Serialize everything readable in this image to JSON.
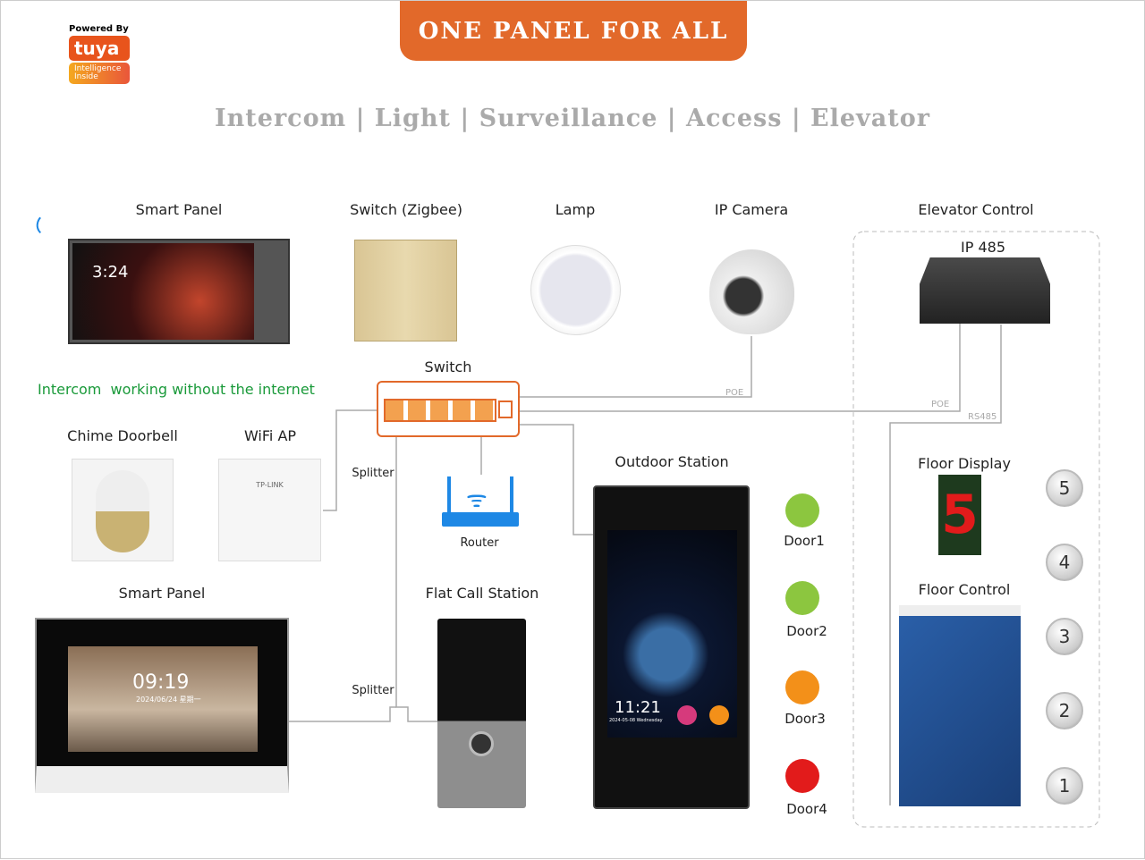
{
  "logo": {
    "powered_by": "Powered By",
    "brand": "tuya",
    "tagline": "Intelligence Inside"
  },
  "banner": "ONE PANEL FOR ALL",
  "subtitle": "Intercom | Light | Surveillance | Access | Elevator",
  "devices": {
    "smart_panel_top": {
      "label": "Smart Panel",
      "time": "3:24"
    },
    "switch_zigbee": "Switch (Zigbee)",
    "lamp": "Lamp",
    "ip_camera": "IP Camera",
    "elevator_control": "Elevator Control",
    "ip485": "IP 485",
    "switch": "Switch",
    "intercom_note": "Intercom  working without the internet",
    "chime": "Chime Doorbell",
    "wifi_ap": {
      "label": "WiFi AP",
      "brand": "TP-LINK"
    },
    "router": "Router",
    "outdoor": {
      "label": "Outdoor Station",
      "time": "11:21",
      "date": "2024-05-08 Wednesday"
    },
    "smart_panel_bottom": {
      "label": "Smart Panel",
      "time": "09:19",
      "date": "2024/06/24 星期一"
    },
    "flat_call": "Flat Call Station",
    "floor_display": {
      "label": "Floor Display",
      "value": "5"
    },
    "floor_control": "Floor Control"
  },
  "connections": {
    "poe1": "POE",
    "poe2": "POE",
    "rs485": "RS485",
    "splitter1": "Splitter",
    "splitter2": "Splitter"
  },
  "doors": [
    {
      "label": "Door1",
      "color": "#8cc63f"
    },
    {
      "label": "Door2",
      "color": "#8cc63f"
    },
    {
      "label": "Door3",
      "color": "#f39019"
    },
    {
      "label": "Door4",
      "color": "#e21b1b"
    }
  ],
  "floors": [
    "5",
    "4",
    "3",
    "2",
    "1"
  ],
  "colors": {
    "accent": "#e2692a",
    "note": "#1a9a3a",
    "wifi": "#1e88e5"
  }
}
